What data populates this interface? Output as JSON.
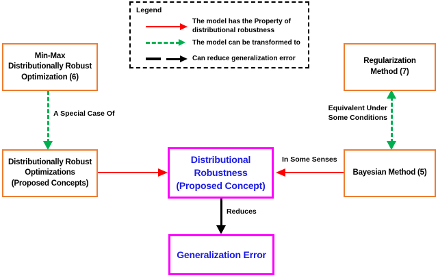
{
  "diagram": {
    "title": "Distributional Robustness concept map",
    "colors": {
      "orange_border": "#ED7D31",
      "magenta_border": "#FF00FF",
      "blue_text": "#1A1AE6",
      "red_arrow": "#FF0000",
      "green_arrow": "#00B050",
      "black_arrow": "#000000"
    }
  },
  "legend": {
    "title": "Legend",
    "rows": [
      {
        "style": "solid-red-arrow",
        "label": "The model has the Property of\ndistributional robustness"
      },
      {
        "style": "dashed-green-arrow",
        "label": "The model can be transformed to"
      },
      {
        "style": "solid-black-arrow",
        "label": "Can reduce generalization error"
      }
    ]
  },
  "nodes": {
    "minmax": {
      "label": "Min-Max\nDistributionally Robust\nOptimization (6)"
    },
    "dro": {
      "label": "Distributionally Robust\nOptimizations\n(Proposed Concepts)"
    },
    "center": {
      "label": "Distributional\nRobustness\n(Proposed Concept)"
    },
    "generror": {
      "label": "Generalization Error"
    },
    "reg": {
      "label": "Regularization\nMethod (7)"
    },
    "bayes": {
      "label": "Bayesian Method (5)"
    }
  },
  "edges": {
    "special_case": {
      "label": "A Special Case Of",
      "from": "minmax",
      "to": "dro",
      "style": "dashed-green-arrow"
    },
    "equivalent": {
      "label": "Equivalent Under\nSome Conditions",
      "from": "bayes",
      "to": "reg",
      "style": "dashed-green-double-arrow"
    },
    "in_some_senses": {
      "label": "In Some Senses",
      "from": "bayes",
      "to": "center",
      "style": "solid-red-arrow"
    },
    "dro_to_center": {
      "label": "",
      "from": "dro",
      "to": "center",
      "style": "solid-red-arrow"
    },
    "reduces": {
      "label": "Reduces",
      "from": "center",
      "to": "generror",
      "style": "solid-black-arrow"
    }
  }
}
